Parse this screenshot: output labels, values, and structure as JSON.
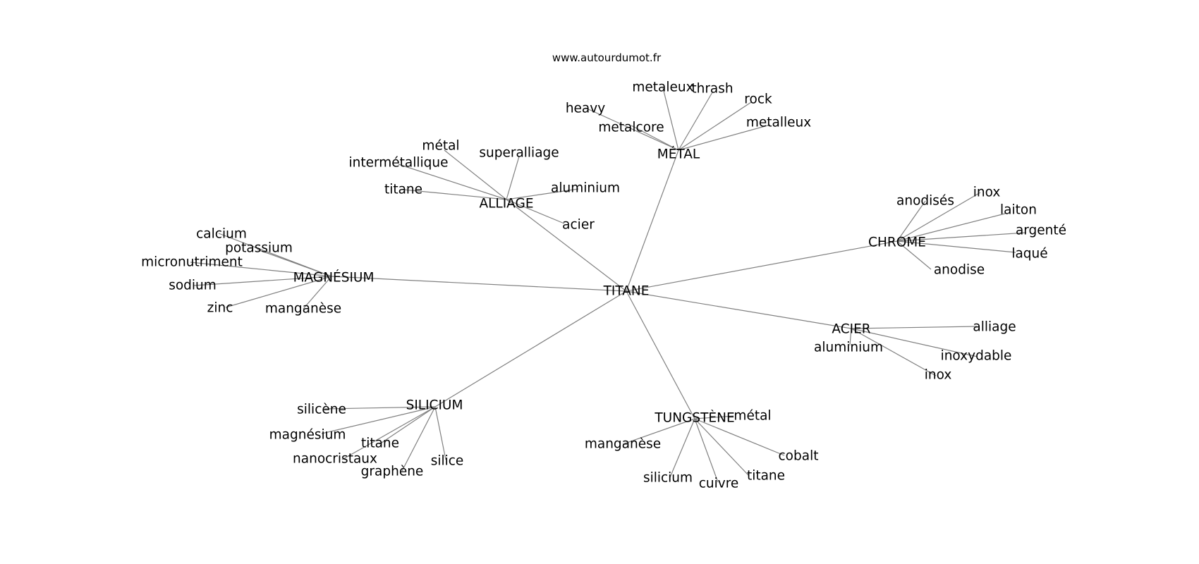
{
  "site": "www.autourdumot.fr",
  "center": "TITANE",
  "clusters": [
    {
      "label": "MÉTAL",
      "words": [
        "metaleux",
        "thrash",
        "rock",
        "heavy",
        "metalcore",
        "metalleux"
      ]
    },
    {
      "label": "ALLIAGE",
      "words": [
        "métal",
        "superalliage",
        "intermétallique",
        "titane",
        "aluminium",
        "acier"
      ]
    },
    {
      "label": "MAGNÉSIUM",
      "words": [
        "calcium",
        "potassium",
        "micronutriment",
        "sodium",
        "zinc",
        "manganèse"
      ]
    },
    {
      "label": "CHROME",
      "words": [
        "anodisés",
        "inox",
        "laiton",
        "argenté",
        "laqué",
        "anodise"
      ]
    },
    {
      "label": "ACIER",
      "words": [
        "alliage",
        "aluminium",
        "inoxydable",
        "inox"
      ]
    },
    {
      "label": "SILICIUM",
      "words": [
        "silicène",
        "magnésium",
        "titane",
        "nanocristaux",
        "graphène",
        "silice"
      ]
    },
    {
      "label": "TUNGSTÈNE",
      "words": [
        "métal",
        "manganèse",
        "silicium",
        "cuivre",
        "titane",
        "cobalt"
      ]
    }
  ]
}
